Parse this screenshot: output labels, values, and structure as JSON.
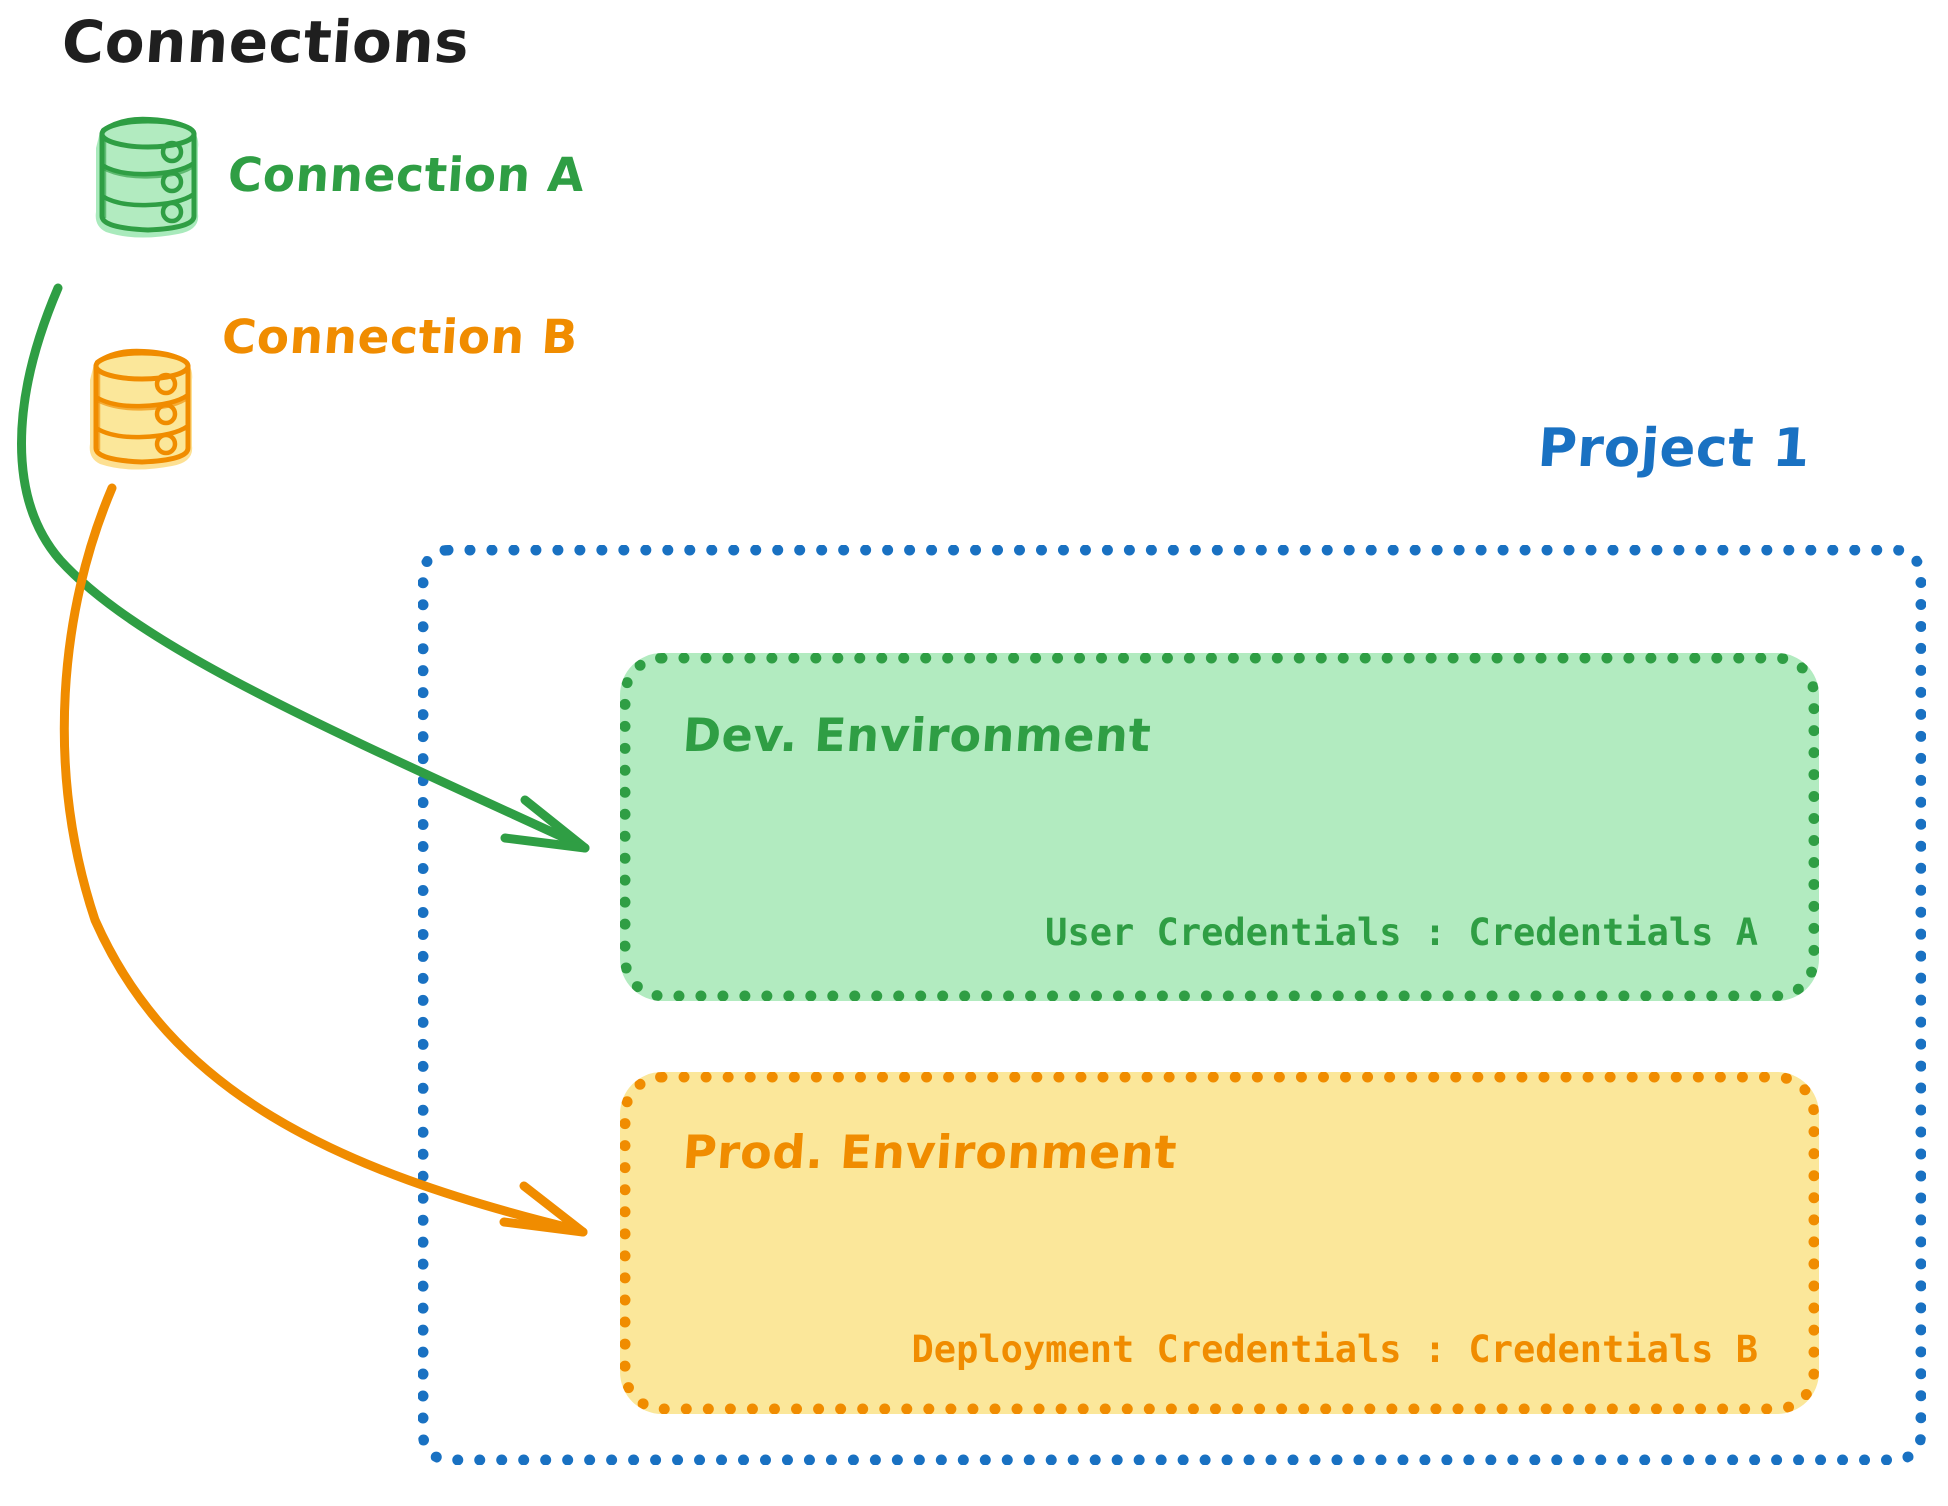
{
  "diagram": {
    "title": "Connections",
    "background": "#ffffff",
    "colors": {
      "green_stroke": "#2f9e44",
      "green_fill": "#b2ebc0",
      "orange_stroke": "#f08c00",
      "orange_fill": "#fbe79a",
      "blue_stroke": "#1971c2",
      "black_text": "#1f1f1f"
    }
  },
  "connections": [
    {
      "id": "connection-a",
      "label": "Connection A",
      "icon": "database-cylinder-icon",
      "color": "#2f9e44"
    },
    {
      "id": "connection-b",
      "label": "Connection B",
      "icon": "database-cylinder-icon",
      "color": "#f08c00"
    }
  ],
  "project": {
    "label": "Project 1",
    "color": "#1971c2",
    "environments": [
      {
        "id": "dev-environment",
        "title": "Dev. Environment",
        "credentials_label": "User Credentials : Credentials A",
        "stroke": "#2f9e44",
        "fill": "#b2ebc0"
      },
      {
        "id": "prod-environment",
        "title": "Prod. Environment",
        "credentials_label": "Deployment Credentials : Credentials B",
        "stroke": "#f08c00",
        "fill": "#fbe79a"
      }
    ]
  },
  "arrows": [
    {
      "id": "arrow-connection-a-to-dev",
      "from": "connection-a",
      "to": "dev-environment",
      "color": "#2f9e44"
    },
    {
      "id": "arrow-connection-b-to-prod",
      "from": "connection-b",
      "to": "prod-environment",
      "color": "#f08c00"
    }
  ]
}
